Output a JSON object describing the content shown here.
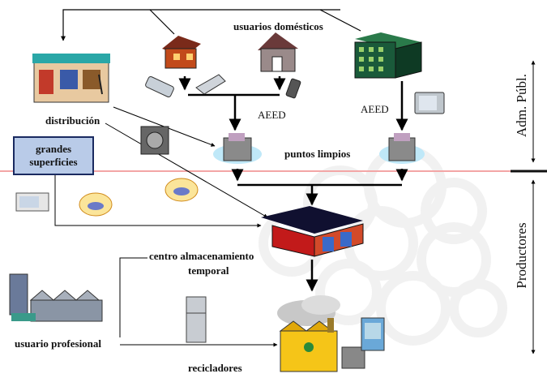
{
  "labels": {
    "usuarios_domesticos": "usuarios domésticos",
    "distribucion": "distribución",
    "aeed_left": "AEED",
    "aeed_right": "AEED",
    "puntos_limpios": "puntos limpios",
    "grandes_superficies": "grandes superficies",
    "centro_line1": "centro almacenamiento",
    "centro_line2": "temporal",
    "usuario_profesional": "usuario profesional",
    "recicladores": "recicladores",
    "adm_publ": "Adm. Públ.",
    "productores": "Productores"
  },
  "colors": {
    "boundary_line": "#f3a6a6",
    "box_fill": "#b9cbe8",
    "box_border": "#1a2a60",
    "arrow": "#000000"
  }
}
